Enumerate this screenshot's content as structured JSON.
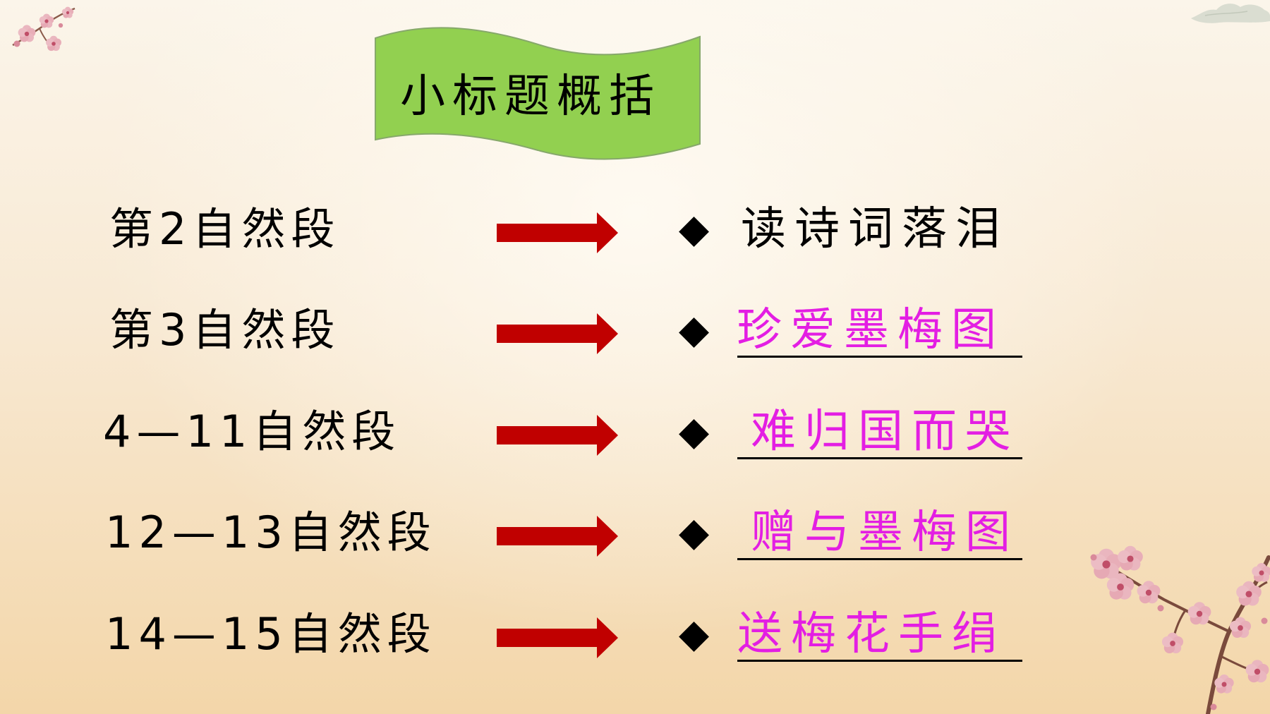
{
  "banner": {
    "title": "小标题概括"
  },
  "colors": {
    "banner_fill": "#92d050",
    "banner_stroke": "#86a86a",
    "arrow": "#c00000",
    "text": "#000000",
    "highlight": "#e31ee3"
  },
  "icons": {
    "arrow": "right-arrow-icon",
    "decoration": "plum-blossom-icon",
    "corner_top_right": "cloud-icon"
  },
  "rows": [
    {
      "label": "第2自然段",
      "marker": "◆",
      "summary": "读诗词落泪",
      "color": "#000000",
      "underlined": false
    },
    {
      "label": "第3自然段",
      "marker": "◆",
      "summary": "珍爱墨梅图",
      "color": "#e31ee3",
      "underlined": true
    },
    {
      "label": "4—11自然段",
      "marker": "◆",
      "summary": "难归国而哭",
      "color": "#e31ee3",
      "underlined": true
    },
    {
      "label": "12—13自然段",
      "marker": "◆",
      "summary": "赠与墨梅图",
      "color": "#e31ee3",
      "underlined": true
    },
    {
      "label": "14—15自然段",
      "marker": "◆",
      "summary": "送梅花手绢",
      "color": "#e31ee3",
      "underlined": true
    }
  ]
}
